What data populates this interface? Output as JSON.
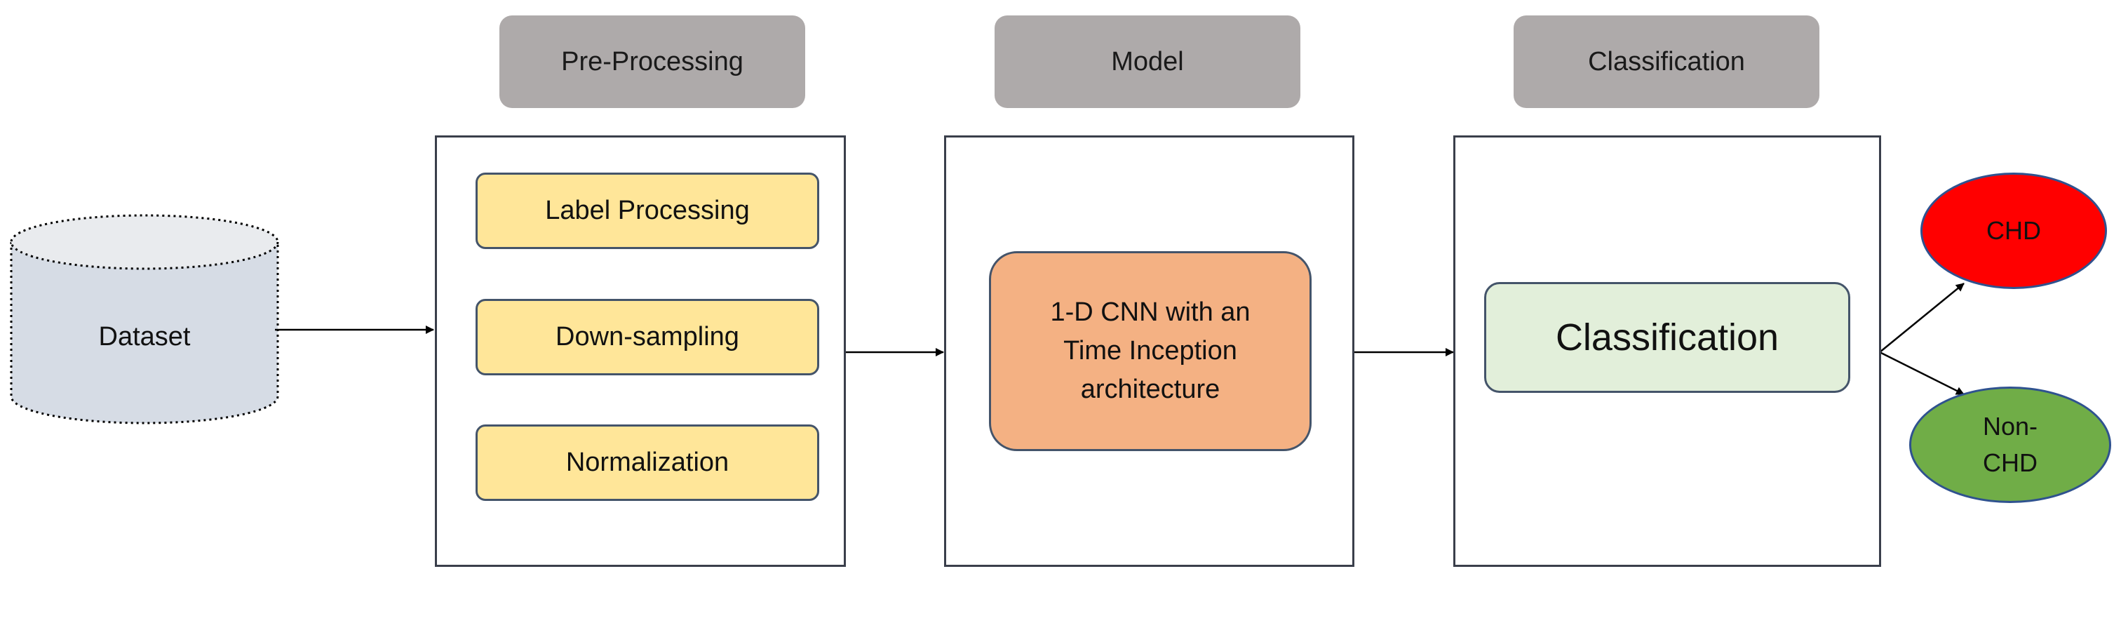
{
  "diagram": {
    "dataset_label": "Dataset",
    "stages": [
      {
        "header": "Pre-Processing"
      },
      {
        "header": "Model"
      },
      {
        "header": "Classification"
      }
    ],
    "preprocessing_steps": [
      "Label Processing",
      "Down-sampling",
      "Normalization"
    ],
    "model_text": "1-D CNN with an Time Inception architecture",
    "classification_text": "Classification",
    "outputs": [
      {
        "label": "CHD",
        "color": "#ff0000"
      },
      {
        "label": "Non-\nCHD",
        "color": "#70ad47"
      }
    ]
  },
  "colors": {
    "header_fill": "#aeaaaa",
    "step_fill": "#ffe699",
    "model_fill": "#f4b183",
    "classification_fill": "#e2efda",
    "cylinder_fill": "#d6dce5"
  }
}
